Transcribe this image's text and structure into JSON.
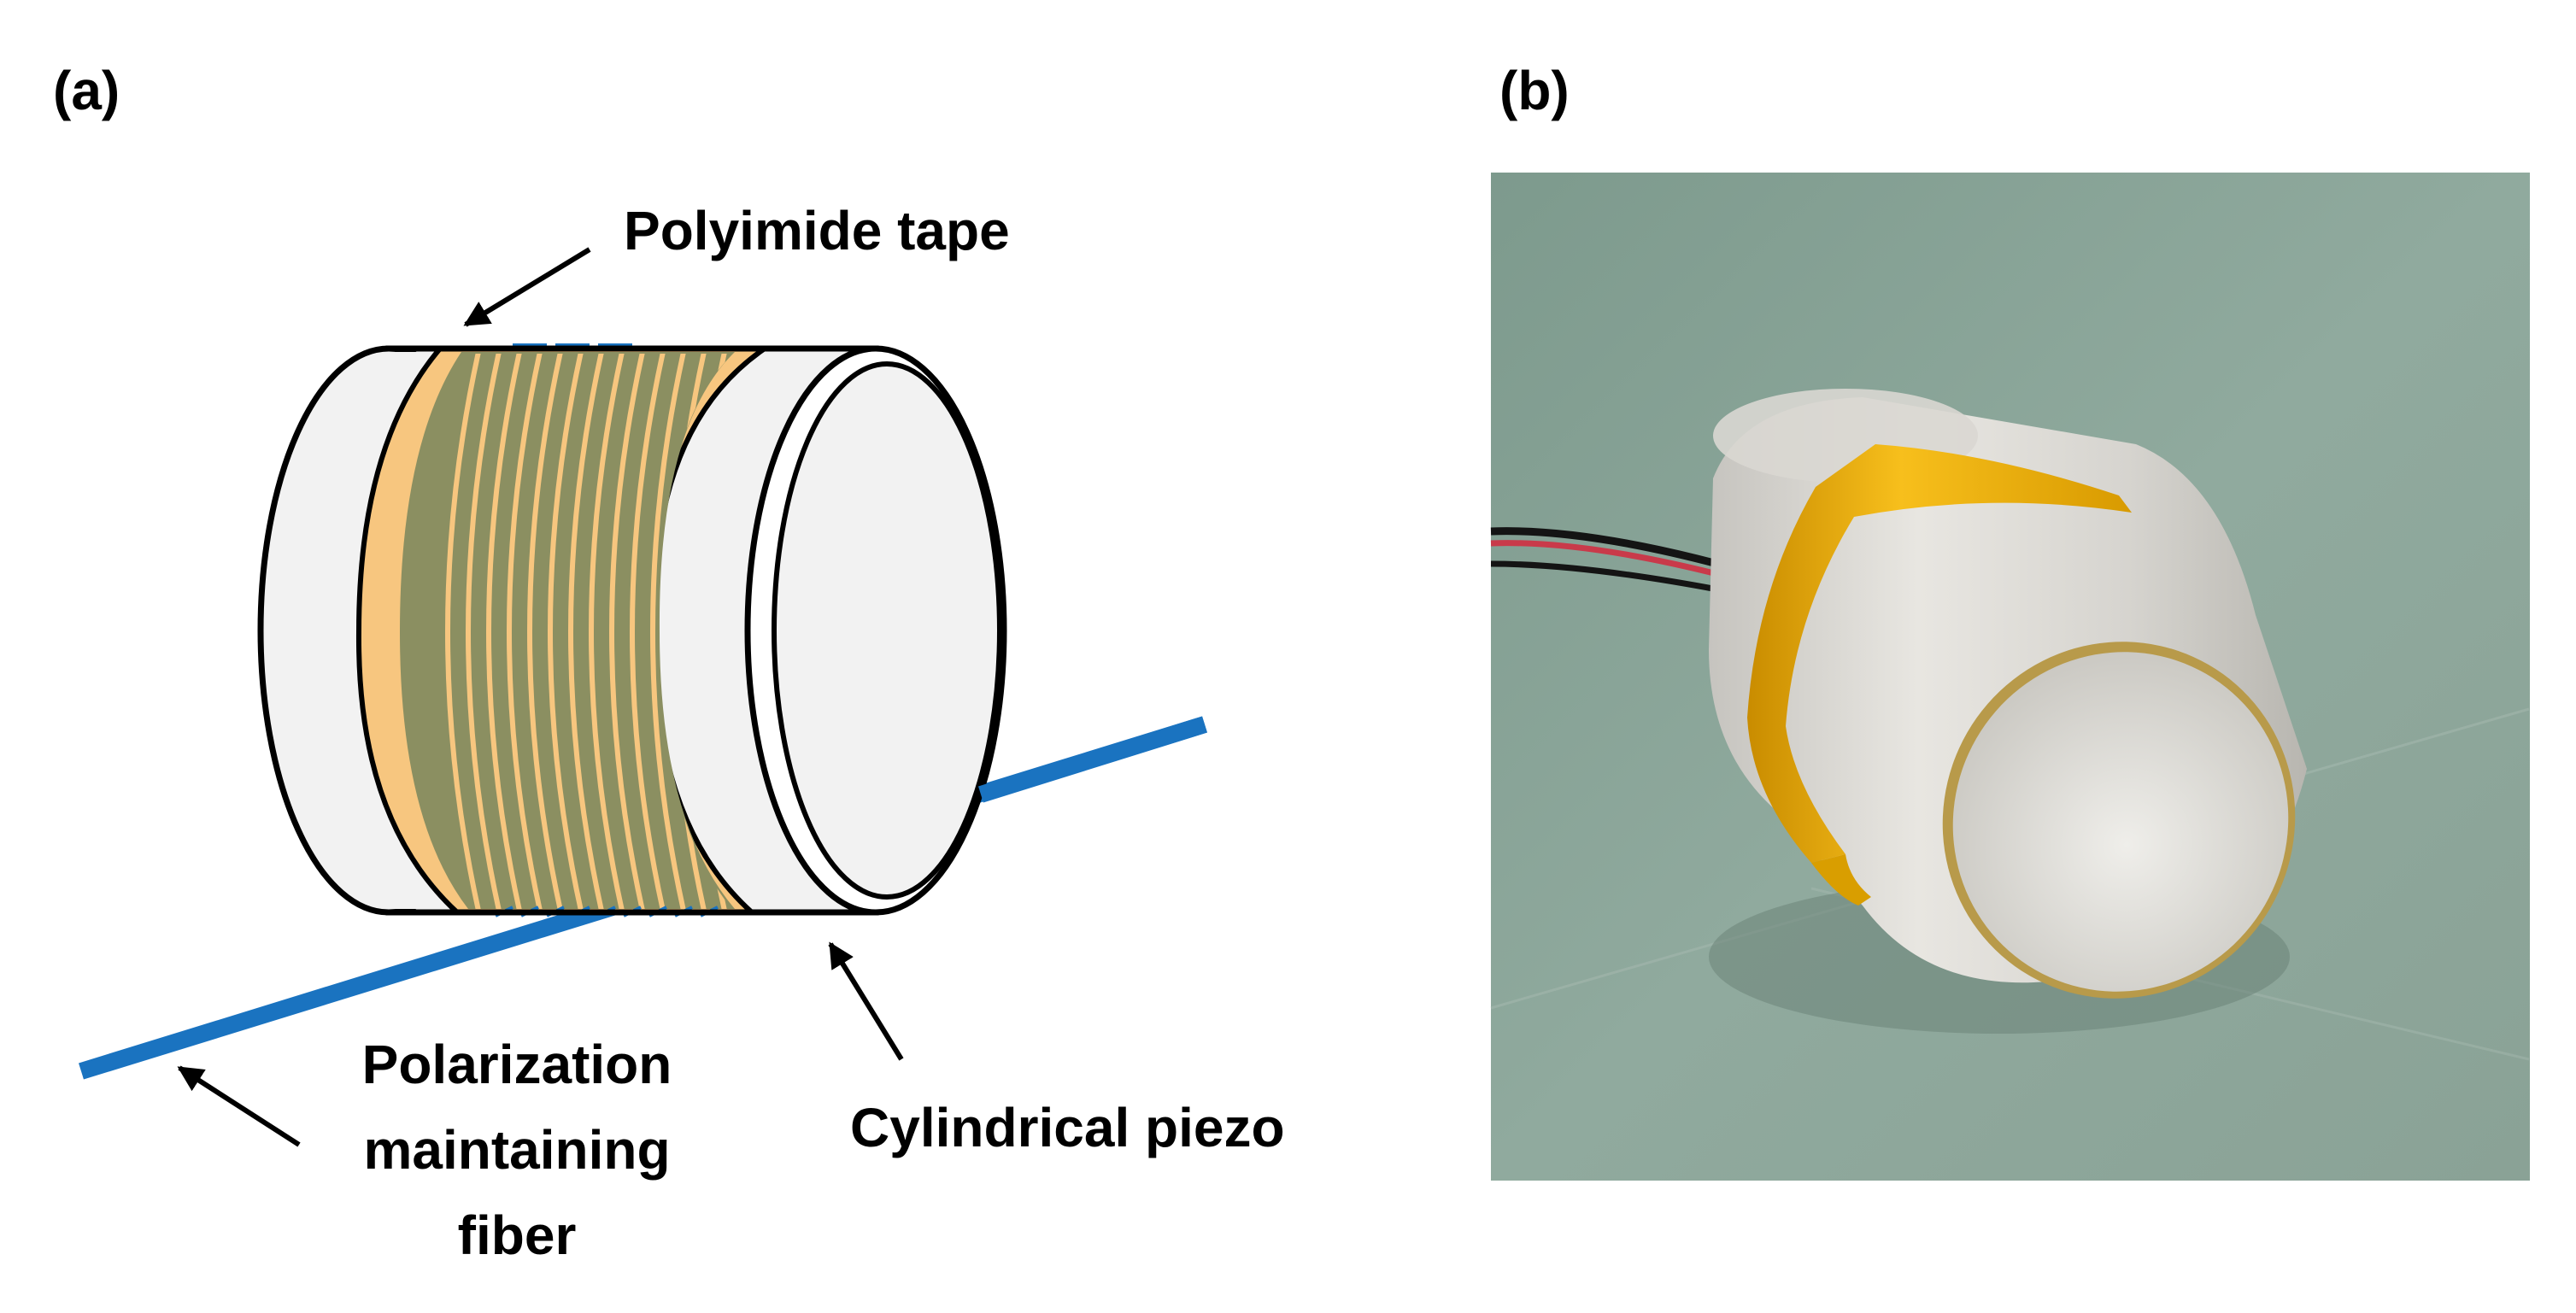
{
  "panels": {
    "a": {
      "label": "(a)"
    },
    "b": {
      "label": "(b)"
    }
  },
  "labels": {
    "polyimide_tape": "Polyimide tape",
    "pm_fiber_line1": "Polarization",
    "pm_fiber_line2": "maintaining",
    "pm_fiber_line3": "fiber",
    "cylindrical_piezo": "Cylindrical piezo"
  },
  "colors": {
    "fiber": "#1a73c0",
    "tape": "#f7c67f",
    "coil": "#8b8f61",
    "piezo_body": "#f2f2f2",
    "outline": "#000000",
    "photo_background": "#8fa89c",
    "photo_cylinder": "#d8d6d0",
    "photo_tape": "#f2b100"
  },
  "icons": {
    "tape_pointer": "arrow-icon",
    "fiber_pointer": "arrow-icon",
    "piezo_pointer": "arrow-icon"
  }
}
